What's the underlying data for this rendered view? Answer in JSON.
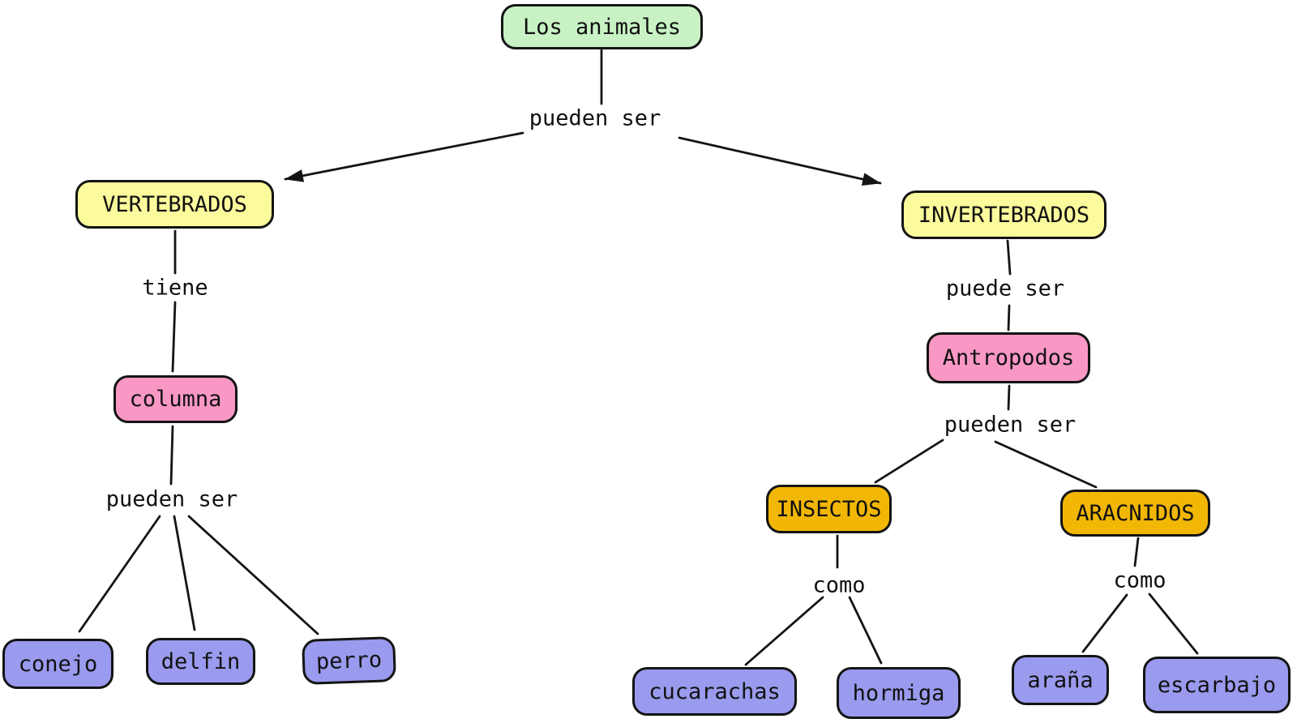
{
  "nodes": {
    "los_animales": {
      "label": "Los animales",
      "color": "#c8f2c4"
    },
    "vertebrados": {
      "label": "VERTEBRADOS",
      "color": "#fbfa9c"
    },
    "invertebrados": {
      "label": "INVERTEBRADOS",
      "color": "#fbfa9c"
    },
    "columna": {
      "label": "columna",
      "color": "#f998c4"
    },
    "antropodos": {
      "label": "Antropodos",
      "color": "#f998c4"
    },
    "insectos": {
      "label": "INSECTOS",
      "color": "#f2b705"
    },
    "aracnidos": {
      "label": "ARACNIDOS",
      "color": "#f2b705"
    },
    "conejo": {
      "label": "conejo",
      "color": "#9a9aee"
    },
    "delfin": {
      "label": "delfin",
      "color": "#9a9aee"
    },
    "perro": {
      "label": "perro",
      "color": "#9a9aee"
    },
    "cucarachas": {
      "label": "cucarachas",
      "color": "#9a9aee"
    },
    "hormiga": {
      "label": "hormiga",
      "color": "#9a9aee"
    },
    "arana": {
      "label": "araña",
      "color": "#9a9aee"
    },
    "escarbajo": {
      "label": "escarbajo",
      "color": "#9a9aee"
    }
  },
  "linking_phrases": {
    "pueden_ser_top": {
      "label": "pueden ser"
    },
    "tiene": {
      "label": "tiene"
    },
    "pueden_ser_left": {
      "label": "pueden ser"
    },
    "puede_ser_right": {
      "label": "puede ser"
    },
    "pueden_ser_right": {
      "label": "pueden ser"
    },
    "como_left": {
      "label": "como"
    },
    "como_right": {
      "label": "como"
    }
  },
  "edges": [
    {
      "from": "Los animales",
      "phrase": "pueden ser",
      "to": [
        "VERTEBRADOS",
        "INVERTEBRADOS"
      ],
      "arrowheads": true
    },
    {
      "from": "VERTEBRADOS",
      "phrase": "tiene",
      "to": [
        "columna"
      ],
      "arrowheads": false
    },
    {
      "from": "columna",
      "phrase": "pueden ser",
      "to": [
        "conejo",
        "delfin",
        "perro"
      ],
      "arrowheads": false
    },
    {
      "from": "INVERTEBRADOS",
      "phrase": "puede ser",
      "to": [
        "Antropodos"
      ],
      "arrowheads": false
    },
    {
      "from": "Antropodos",
      "phrase": "pueden ser",
      "to": [
        "INSECTOS",
        "ARACNIDOS"
      ],
      "arrowheads": false
    },
    {
      "from": "INSECTOS",
      "phrase": "como",
      "to": [
        "cucarachas",
        "hormiga"
      ],
      "arrowheads": false
    },
    {
      "from": "ARACNIDOS",
      "phrase": "como",
      "to": [
        "araña",
        "escarbajo"
      ],
      "arrowheads": false
    }
  ],
  "colors": {
    "background": "#ffffff",
    "line": "#141414",
    "border": "#141414",
    "text": "#111111",
    "node_green": "#c8f2c4",
    "node_yellow": "#fbfa9c",
    "node_pink": "#f998c4",
    "node_purple": "#9a9aee",
    "node_orange": "#f2b705"
  }
}
